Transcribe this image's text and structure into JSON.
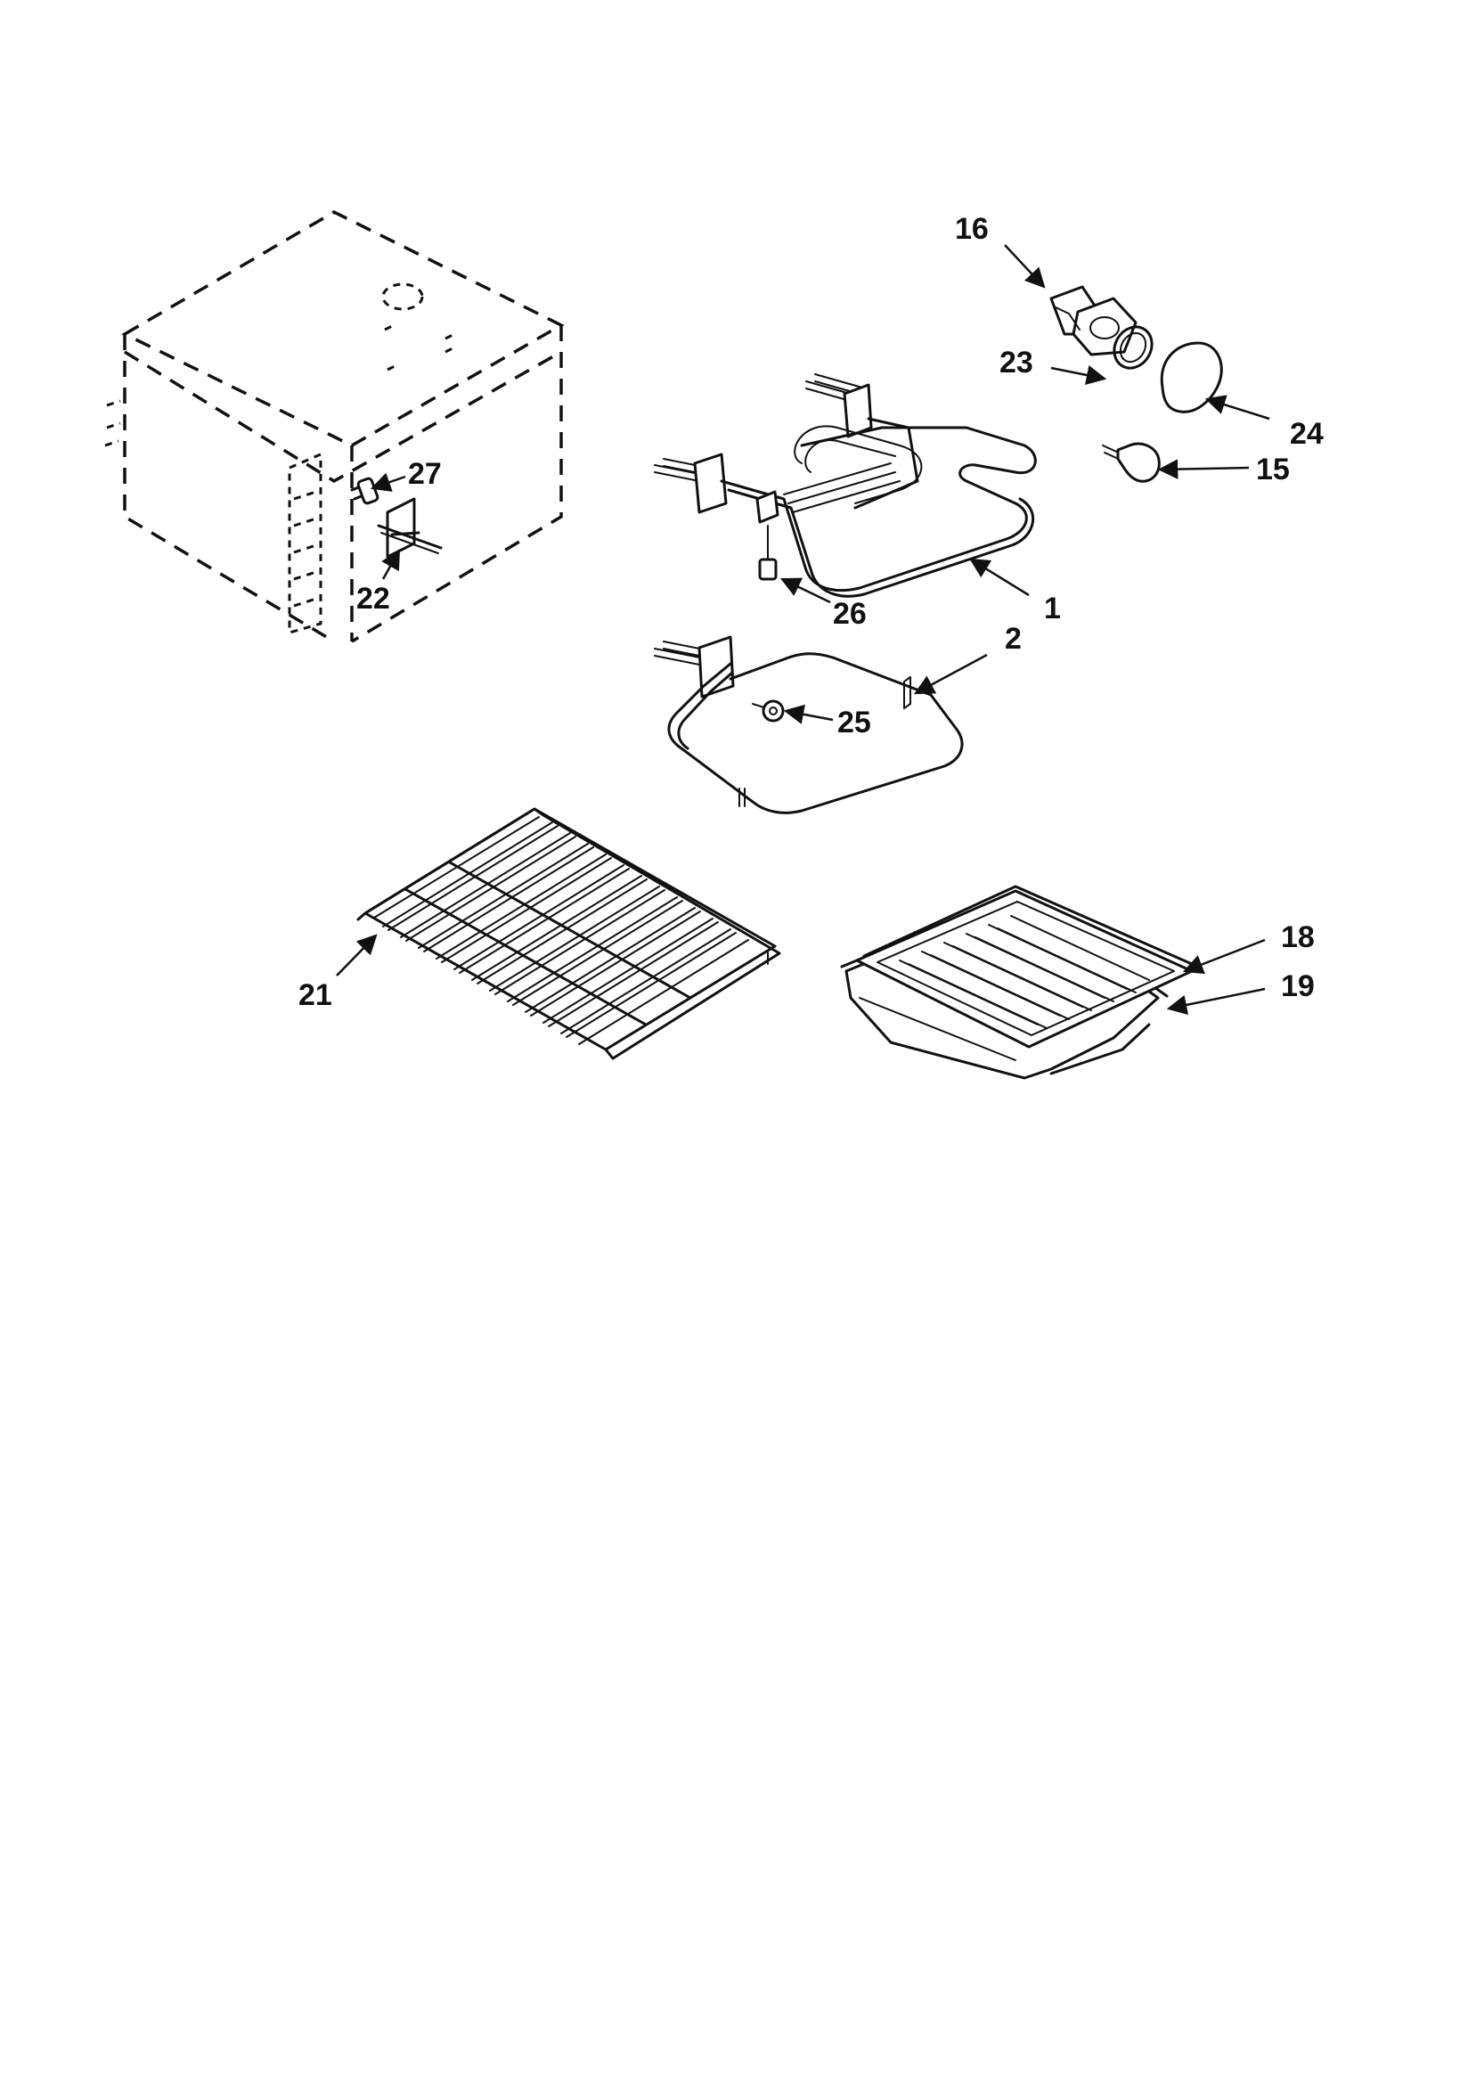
{
  "callouts": {
    "c16": "16",
    "c23": "23",
    "c24": "24",
    "c15": "15",
    "c27": "27",
    "c22": "22",
    "c26": "26",
    "c1": "1",
    "c2": "2",
    "c25": "25",
    "c18": "18",
    "c19": "19",
    "c21": "21"
  },
  "colors": {
    "ink": "#111111",
    "paper": "#ffffff"
  }
}
